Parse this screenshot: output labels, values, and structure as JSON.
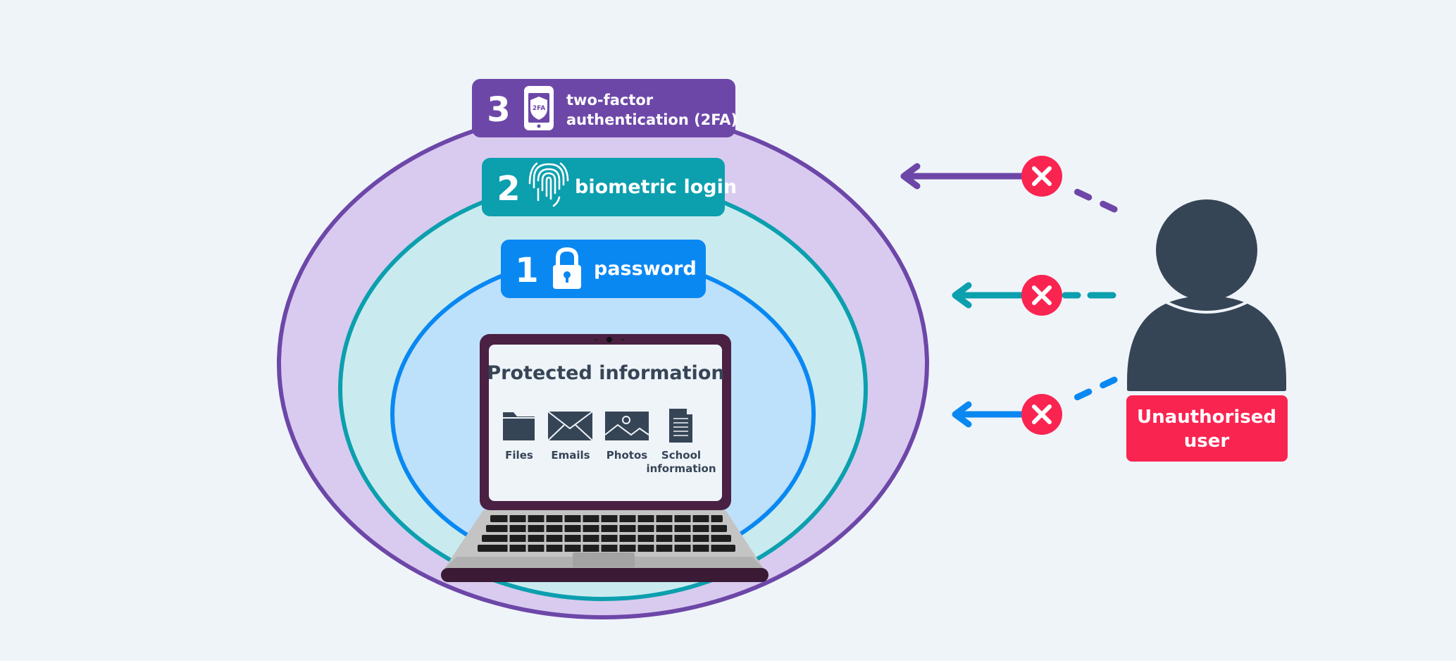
{
  "colors": {
    "background": "#eff4f9",
    "layer3": "#6d47a8",
    "layer3_fill": "#d9cbef",
    "layer2": "#0c9fae",
    "layer2_fill": "#c9ebef",
    "layer1": "#0a88f2",
    "layer1_fill": "#bde0fb",
    "user": "#364556",
    "reject": "#fa2451"
  },
  "layers": [
    {
      "number": "3",
      "label_line1": "two-factor",
      "label_line2": "authentication (2FA)",
      "icon": "phone-2fa-icon",
      "icon_text": "2FA"
    },
    {
      "number": "2",
      "label": "biometric login",
      "icon": "fingerprint-icon"
    },
    {
      "number": "1",
      "label": "password",
      "icon": "padlock-icon"
    }
  ],
  "laptop": {
    "title": "Protected information",
    "items": [
      {
        "label": "Files",
        "icon": "folder-icon"
      },
      {
        "label": "Emails",
        "icon": "envelope-icon"
      },
      {
        "label": "Photos",
        "icon": "photo-icon"
      },
      {
        "label_line1": "School",
        "label_line2": "information",
        "icon": "document-icon"
      }
    ]
  },
  "user": {
    "label_line1": "Unauthorised",
    "label_line2": "user",
    "icon": "person-icon"
  },
  "attempts": [
    {
      "layer": "two-factor authentication",
      "result": "blocked",
      "icon": "cross-icon"
    },
    {
      "layer": "biometric login",
      "result": "blocked",
      "icon": "cross-icon"
    },
    {
      "layer": "password",
      "result": "blocked",
      "icon": "cross-icon"
    }
  ]
}
